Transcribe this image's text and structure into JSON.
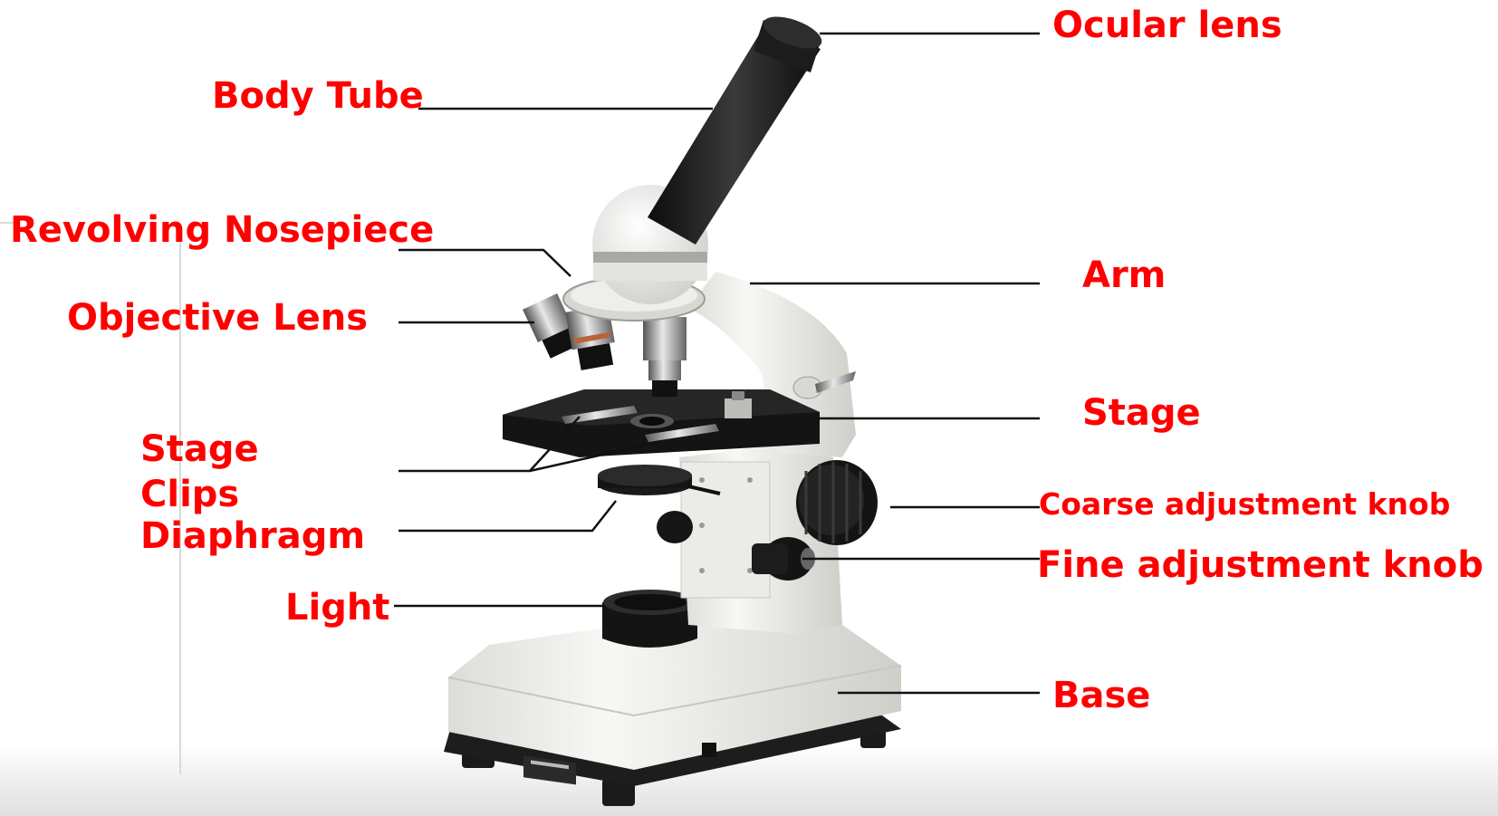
{
  "labels": {
    "ocular_lens": "Ocular lens",
    "body_tube": "Body Tube",
    "revolving_nosepiece": "Revolving Nosepiece",
    "arm": "Arm",
    "objective_lens": "Objective Lens",
    "stage_right": "Stage",
    "stage_clips_line1": "Stage",
    "stage_clips_line2": "Clips",
    "diaphragm": "Diaphragm",
    "coarse_adjustment_knob": "Coarse adjustment knob",
    "fine_adjustment_knob": "Fine adjustment knob",
    "light": "Light",
    "base": "Base"
  },
  "colors": {
    "label": "#ff0000",
    "leader_line": "#111111",
    "body_white": "#f2f2ef",
    "body_shadow": "#cfcfcb",
    "dark": "#1a1a1a"
  }
}
